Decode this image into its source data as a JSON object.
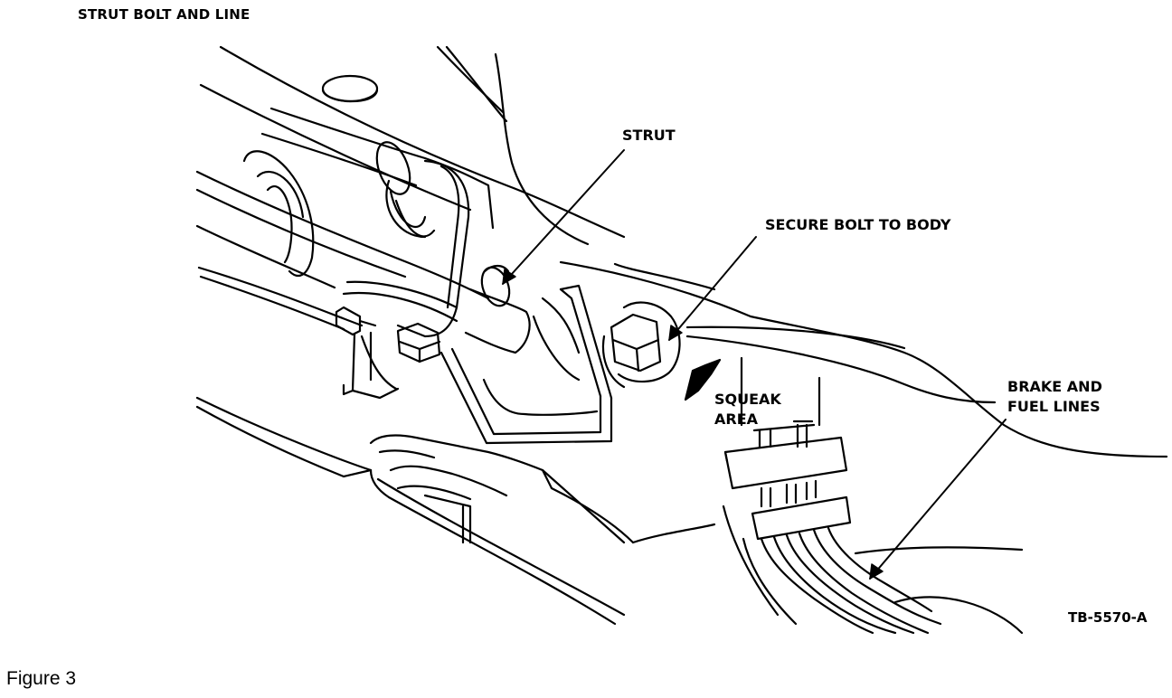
{
  "title": "STRUT BOLT AND LINE",
  "labels": {
    "strut": "STRUT",
    "secure_bolt": "SECURE BOLT TO BODY",
    "squeak_area": "SQUEAK AREA",
    "brake_fuel": "BRAKE AND FUEL LINES",
    "ref_code": "TB-5570-A"
  },
  "caption": "Figure 3",
  "colors": {
    "ink": "#000000",
    "background": "#ffffff"
  }
}
